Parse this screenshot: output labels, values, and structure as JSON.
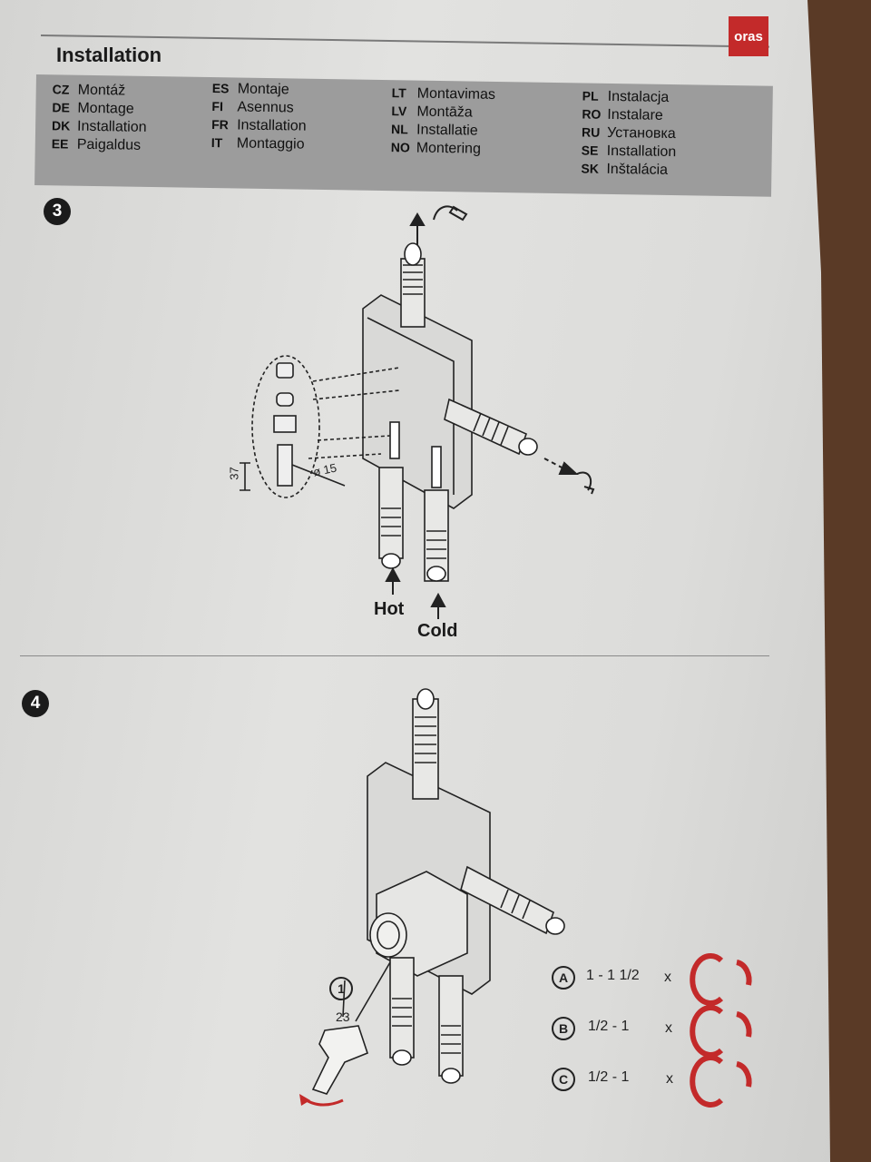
{
  "header": {
    "logo": "oras",
    "title": "Installation"
  },
  "languages": [
    {
      "code": "CZ",
      "label": "Montáž"
    },
    {
      "code": "DE",
      "label": "Montage"
    },
    {
      "code": "DK",
      "label": "Installation"
    },
    {
      "code": "EE",
      "label": "Paigaldus"
    },
    {
      "code": "ES",
      "label": "Montaje"
    },
    {
      "code": "FI",
      "label": "Asennus"
    },
    {
      "code": "FR",
      "label": "Installation"
    },
    {
      "code": "IT",
      "label": "Montaggio"
    },
    {
      "code": "LT",
      "label": "Montavimas"
    },
    {
      "code": "LV",
      "label": "Montāža"
    },
    {
      "code": "NL",
      "label": "Installatie"
    },
    {
      "code": "NO",
      "label": "Montering"
    },
    {
      "code": "PL",
      "label": "Instalacja"
    },
    {
      "code": "RO",
      "label": "Instalare"
    },
    {
      "code": "RU",
      "label": "Установка"
    },
    {
      "code": "SE",
      "label": "Installation"
    },
    {
      "code": "SK",
      "label": "Inštalácia"
    }
  ],
  "step3": {
    "number": "3",
    "dim_height": "37",
    "dim_diameter": "ø 15",
    "hot": "Hot",
    "cold": "Cold"
  },
  "step4": {
    "number": "4",
    "wrench_callout": "1",
    "wrench_size": "23",
    "options": [
      {
        "letter": "A",
        "size": "1 - 1 1/2",
        "mult": "x"
      },
      {
        "letter": "B",
        "size": "1/2 - 1",
        "mult": "x"
      },
      {
        "letter": "C",
        "size": "1/2 - 1",
        "mult": "x"
      }
    ]
  },
  "colors": {
    "accent": "#c32a2a",
    "bar": "#9c9c9c"
  }
}
